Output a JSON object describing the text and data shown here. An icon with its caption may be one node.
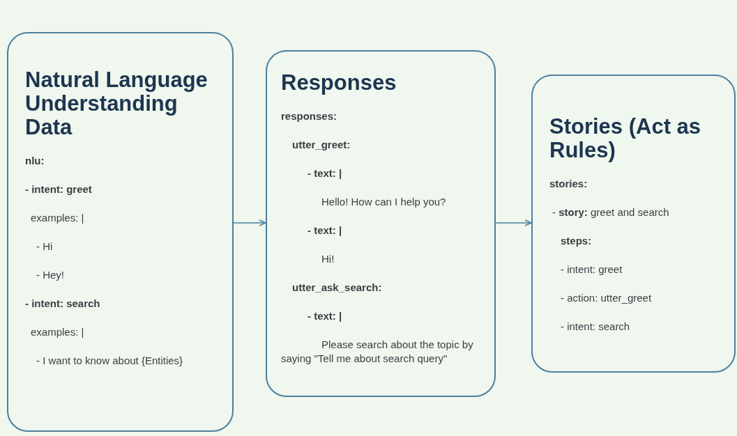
{
  "diagram": {
    "nodes": [
      {
        "text": [
          "Natural Language Understanding Data",
          "nlu:",
          "- intent: greet",
          "examples: |",
          "- Hi",
          "- Hey!",
          "- intent: search",
          "examples: |",
          "- I want to know about {Entities}"
        ]
      },
      {
        "text": [
          "Responses",
          "responses:",
          "utter_greet:",
          "- text: |",
          "Hello! How can I help you?",
          "- text: |",
          "Hi!",
          "utter_ask_search:",
          "- text: |",
          "Please search about the topic by saying \"Tell me about search query\""
        ]
      },
      {
        "text": [
          "Stories (Act as Rules)",
          "stories:",
          "- **story:** greet and search",
          "steps:",
          "- intent: greet",
          "- action: utter_greet",
          "- intent: search"
        ]
      }
    ],
    "edges": [
      {
        "from": 0,
        "to": 1,
        "arrow": "to"
      },
      {
        "from": 1,
        "to": 2,
        "arrow": "to"
      }
    ]
  }
}
